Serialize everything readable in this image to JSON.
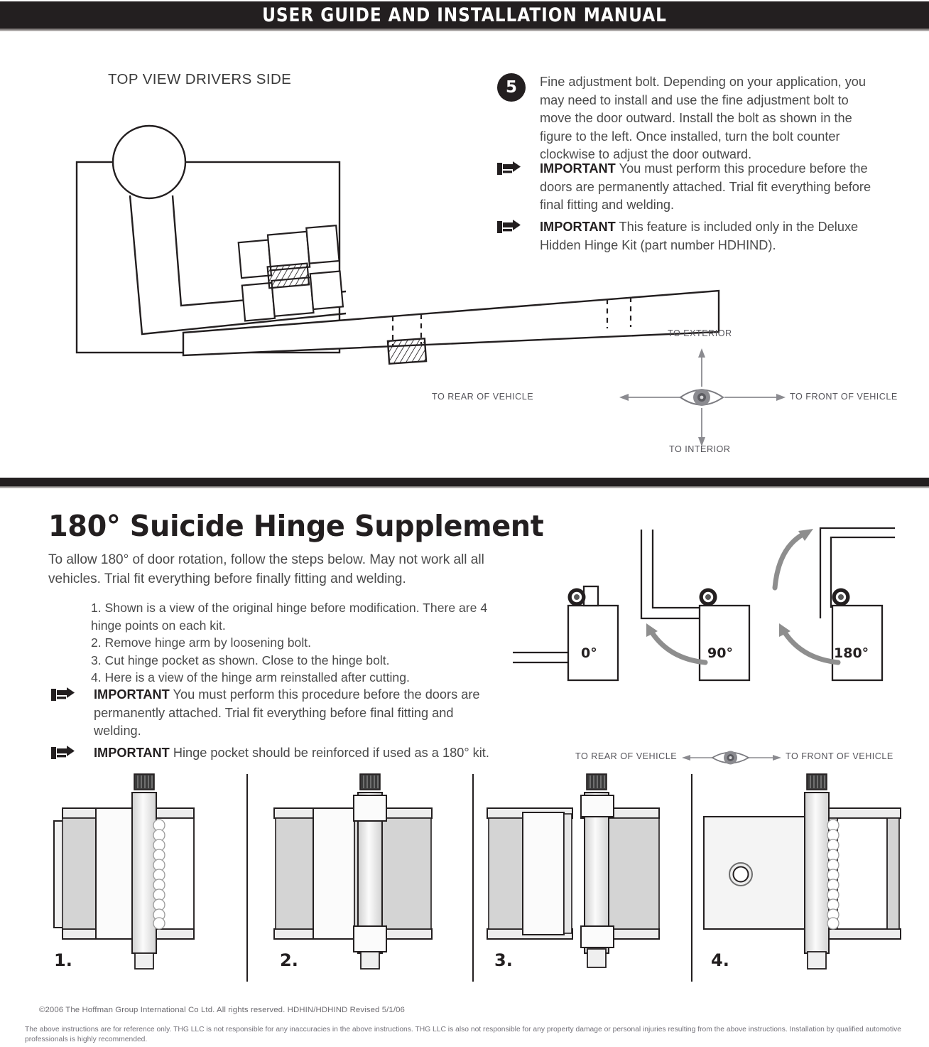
{
  "header": {
    "title": "USER GUIDE AND INSTALLATION MANUAL"
  },
  "top_section": {
    "diagram_title": "TOP VIEW DRIVERS SIDE",
    "step": {
      "number": "5",
      "text": "Fine adjustment bolt. Depending on your application, you may need to install and use the fine adjustment bolt to move the door outward.  Install the bolt as shown in the figure to the left. Once installed, turn the bolt counter clockwise to adjust the door outward."
    },
    "important_notes": [
      {
        "label": "IMPORTANT",
        "text": "You must perform this procedure before the doors are permanently attached. Trial fit everything before final fitting and welding."
      },
      {
        "label": "IMPORTANT",
        "text": "This feature is included only in the Deluxe Hidden Hinge Kit (part number HDHIND)."
      }
    ],
    "compass": {
      "up": "TO EXTERIOR",
      "down": "TO INTERIOR",
      "left": "TO REAR OF VEHICLE",
      "right": "TO FRONT OF VEHICLE"
    }
  },
  "supplement": {
    "heading": "180° Suicide Hinge Supplement",
    "intro": "To allow 180° of door rotation, follow the steps below. May not work all all vehicles. Trial fit everything before finally fitting and welding.",
    "steps": [
      "1. Shown is a view of the original hinge before modification. There are 4 hinge points on each kit.",
      "2. Remove hinge arm by loosening bolt.",
      "3. Cut hinge pocket as shown. Close to the hinge bolt.",
      "4. Here is a view of the hinge arm reinstalled after cutting."
    ],
    "rotation_diagrams": [
      {
        "label": "0°"
      },
      {
        "label": "90°"
      },
      {
        "label": "180°"
      }
    ],
    "important_notes": [
      {
        "label": "IMPORTANT",
        "text": "You must perform this procedure before the doors are permanently attached. Trial fit everything before final fitting and welding."
      },
      {
        "label": "IMPORTANT",
        "text": "Hinge pocket should be reinforced if used as a 180° kit."
      }
    ],
    "compass": {
      "left": "TO REAR OF VEHICLE",
      "right": "TO FRONT OF VEHICLE"
    },
    "panels": [
      {
        "caption": "1."
      },
      {
        "caption": "2."
      },
      {
        "caption": "3."
      },
      {
        "caption": "4."
      }
    ]
  },
  "footer": {
    "copyright": "©2006 The Hoffman Group International Co Ltd. All rights reserved.  HDHIN/HDHIND Revised 5/1/06",
    "disclaimer": "The above instructions are for reference only. THG LLC is not responsible for any inaccuracies in the above instructions. THG LLC is also not responsible for any property damage or personal injuries resulting from the above instructions. Installation by qualified automotive professionals is highly recommended."
  },
  "colors": {
    "ink": "#231f20",
    "body_text": "#4a4a4a",
    "arrow_gray": "#8e8e8e",
    "panel_fill": "#d4d4d4",
    "panel_light": "#f2f2f2"
  }
}
